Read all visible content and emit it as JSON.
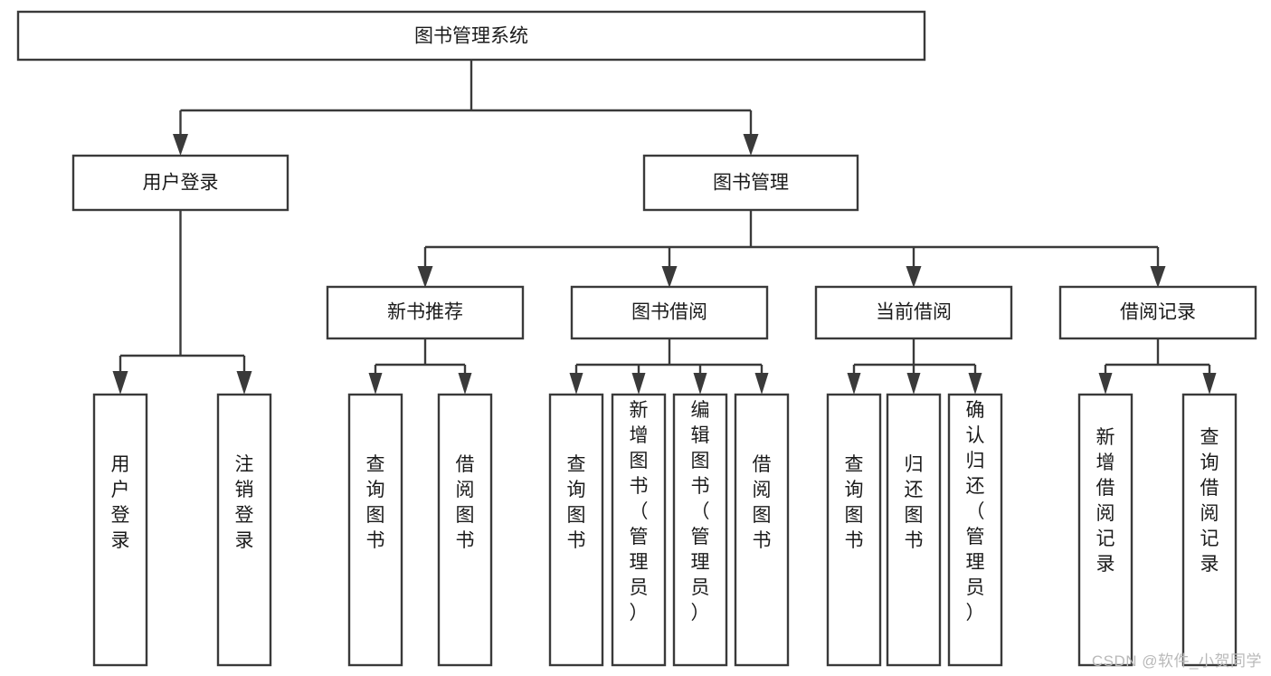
{
  "diagram": {
    "title": "图书管理系统",
    "type": "tree-hierarchy",
    "root": {
      "id": "root",
      "label": "图书管理系统"
    },
    "level2": [
      {
        "id": "user-login",
        "label": "用户登录"
      },
      {
        "id": "book-manage",
        "label": "图书管理"
      }
    ],
    "level3": [
      {
        "id": "new-book-recommend",
        "label": "新书推荐",
        "parent": "book-manage"
      },
      {
        "id": "book-borrow",
        "label": "图书借阅",
        "parent": "book-manage"
      },
      {
        "id": "current-borrow",
        "label": "当前借阅",
        "parent": "book-manage"
      },
      {
        "id": "borrow-record",
        "label": "借阅记录",
        "parent": "book-manage"
      }
    ],
    "leaves": [
      {
        "id": "leaf-user-login",
        "label": "用户登录",
        "parent": "user-login"
      },
      {
        "id": "leaf-logout-login",
        "label": "注销登录",
        "parent": "user-login"
      },
      {
        "id": "leaf-query-book-1",
        "label": "查询图书",
        "parent": "new-book-recommend"
      },
      {
        "id": "leaf-borrow-book-1",
        "label": "借阅图书",
        "parent": "new-book-recommend"
      },
      {
        "id": "leaf-query-book-2",
        "label": "查询图书",
        "parent": "book-borrow"
      },
      {
        "id": "leaf-add-book",
        "label": "新增图书（管理员）",
        "parent": "book-borrow"
      },
      {
        "id": "leaf-edit-book",
        "label": "编辑图书（管理员）",
        "parent": "book-borrow"
      },
      {
        "id": "leaf-borrow-book-2",
        "label": "借阅图书",
        "parent": "book-borrow"
      },
      {
        "id": "leaf-query-book-3",
        "label": "查询图书",
        "parent": "current-borrow"
      },
      {
        "id": "leaf-return-book",
        "label": "归还图书",
        "parent": "current-borrow"
      },
      {
        "id": "leaf-confirm-return",
        "label": "确认归还（管理员）",
        "parent": "current-borrow"
      },
      {
        "id": "leaf-add-record",
        "label": "新增借阅记录",
        "parent": "borrow-record"
      },
      {
        "id": "leaf-query-record",
        "label": "查询借阅记录",
        "parent": "borrow-record"
      }
    ],
    "colors": {
      "stroke": "#3a3a3a",
      "fill": "#ffffff",
      "text": "#1b1b1b",
      "background": "#ffffff",
      "watermark": "#b9b9b9"
    }
  },
  "watermark": {
    "text": "CSDN @软件_小贺同学"
  }
}
